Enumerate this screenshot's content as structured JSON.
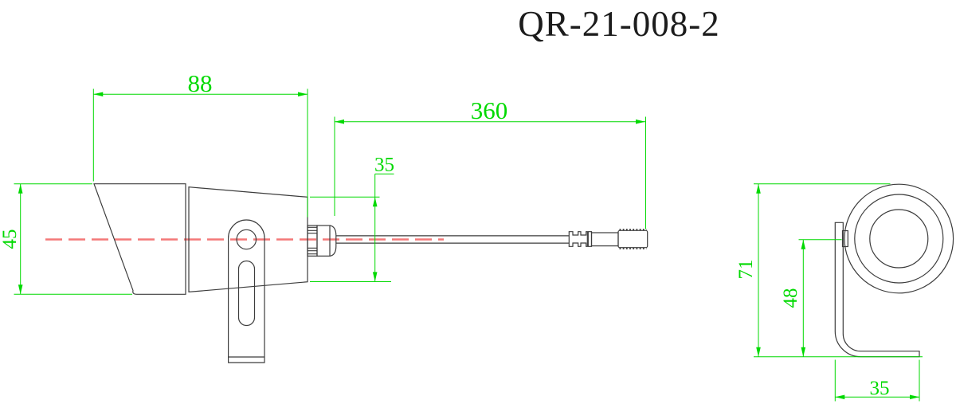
{
  "title": "QR-21-008-2",
  "colors": {
    "part_line": "#3c3c3c",
    "dimension_green": "#00d900",
    "centerline_red": "#f47878",
    "title_ink": "#1c1c1c",
    "background": "#ffffff"
  },
  "side_view": {
    "dim_head_length": "88",
    "dim_cable_length": "360",
    "dim_body_height": "35",
    "dim_front_height": "45"
  },
  "end_view": {
    "dim_overall_height": "71",
    "dim_pivot_height": "48",
    "dim_base_depth": "35"
  }
}
